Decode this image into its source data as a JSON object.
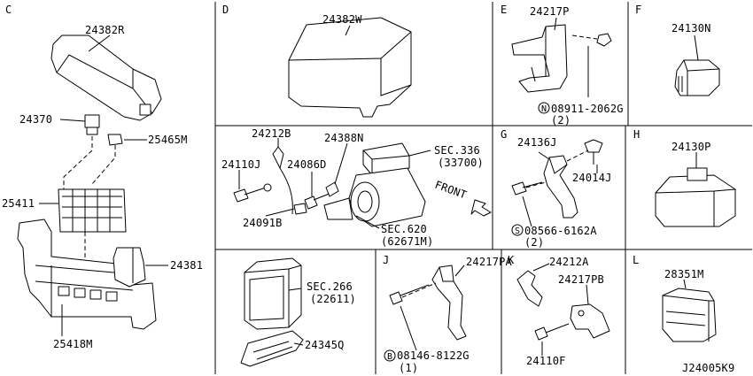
{
  "sections": {
    "C": "C",
    "D": "D",
    "E": "E",
    "F": "F",
    "G": "G",
    "H": "H",
    "J": "J",
    "K": "K",
    "L": "L"
  },
  "parts": {
    "p24382R": "24382R",
    "p24370": "24370",
    "p25465M": "25465M",
    "p25411": "25411",
    "p24381": "24381",
    "p25418M": "25418M",
    "p24382W": "24382W",
    "p24217P": "24217P",
    "p08911": "08911-2062G",
    "p08911_qty": "(2)",
    "p24130N": "24130N",
    "p24212B": "24212B",
    "p24388N": "24388N",
    "p24110J": "24110J",
    "p24086D": "24086D",
    "p24091B": "24091B",
    "sec336": "SEC.336",
    "sec336_ref": "(33700)",
    "sec620": "SEC.620",
    "sec620_ref": "(62671M)",
    "front": "FRONT",
    "p24136J": "24136J",
    "p24014J": "24014J",
    "p08566": "08566-6162A",
    "p08566_qty": "(2)",
    "p24130P": "24130P",
    "sec266": "SEC.266",
    "sec266_ref": "(22611)",
    "p24345Q": "24345Q",
    "p24217PA": "24217PA",
    "p08146": "08146-8122G",
    "p08146_qty": "(1)",
    "p24212A": "24212A",
    "p24217PB": "24217PB",
    "p24110F": "24110F",
    "p28351M": "28351M",
    "diagram_id": "J24005K9"
  },
  "symbols": {
    "N": "N",
    "S": "S",
    "B": "B"
  }
}
